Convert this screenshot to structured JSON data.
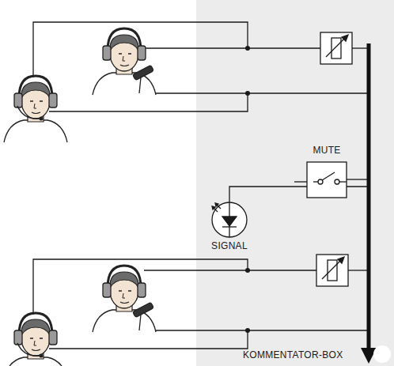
{
  "diagram": {
    "nodes": [
      {
        "text": [
          "KOMMENTATOR-BOX"
        ]
      },
      {
        "text": [
          "SIGNAL"
        ],
        "in": 0
      },
      {
        "text": [
          "MUTE"
        ],
        "in": 0
      }
    ]
  }
}
